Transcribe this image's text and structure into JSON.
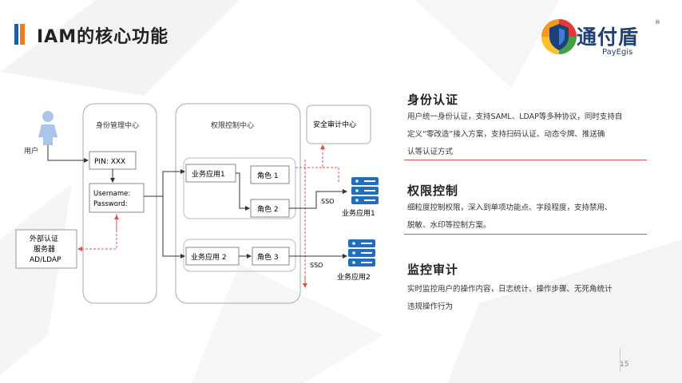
{
  "header": {
    "title": "IAM的核心功能",
    "logo_name": "通付盾",
    "logo_sub": "PayEgis",
    "logo_reg": "®"
  },
  "diagram": {
    "user_label": "用户",
    "identity_center": "身份管理中心",
    "pin": "PIN: XXX",
    "username": "Username:",
    "password": "Password:",
    "external_line1": "外部认证",
    "external_line2": "服务器",
    "external_line3": "AD/LDAP",
    "permission_center": "权限控制中心",
    "app1": "业务应用1",
    "app2": "业务应用 2",
    "role1": "角色 1",
    "role2": "角色 2",
    "role3": "角色 3",
    "audit_center": "安全审计中心",
    "sso1": "SSO",
    "sso2": "SSO",
    "server1": "业务应用1",
    "server2": "业务应用2"
  },
  "sections": [
    {
      "title": "身份认证",
      "lines": [
        "用户统一身份认证，支持SAML、LDAP等多种协议，同时支持自",
        "定义“零改造”接入方案，支持扫码认证、动态令牌、推送确",
        "认等认证方式"
      ]
    },
    {
      "title": "权限控制",
      "lines": [
        "细粒度控制权限，深入到单项功能点、字段程度，支持禁用、",
        "脱敏、水印等控制方案。"
      ]
    },
    {
      "title": "监控审计",
      "lines": [
        "实时监控用户的操作内容，日志统计、操作步骤、无死角统计",
        "违规操作行为"
      ]
    }
  ],
  "footer": {
    "page_number": "15"
  },
  "colors": {
    "accent_blue": "#1f5fa8",
    "accent_orange": "#f07a1e",
    "server_blue": "#1f6fc1",
    "red_rule": "#d9534f"
  }
}
